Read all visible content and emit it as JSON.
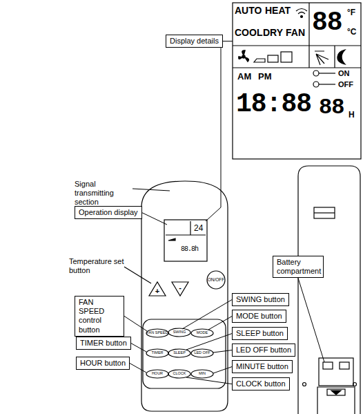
{
  "diagram": {
    "nodes": [
      {
        "text": [
          "Display details"
        ]
      },
      {
        "text": [
          "Operation display"
        ]
      },
      {
        "text": [
          "Battery compartment"
        ]
      },
      {
        "text": [
          "SWING button"
        ]
      },
      {
        "text": [
          "MODE button"
        ]
      },
      {
        "text": [
          "FAN SPEED control button"
        ]
      },
      {
        "text": [
          "SLEEP button"
        ]
      },
      {
        "text": [
          "LED OFF button"
        ]
      },
      {
        "text": [
          "TIMER button"
        ]
      },
      {
        "text": [
          "MINUTE button"
        ]
      },
      {
        "text": [
          "HOUR button"
        ]
      },
      {
        "text": [
          "CLOCK button"
        ]
      }
    ],
    "labels": [
      "AUTO",
      "HEAT",
      "88",
      "°F",
      "COOL",
      "DRY",
      "FAN",
      "°C",
      "AM",
      "PM",
      "ON",
      "OFF",
      "18:88",
      "88",
      "H",
      "24",
      "88.8h",
      "+",
      "-",
      "ON/OFF",
      "FAN SPEED",
      "SWING",
      "MODE",
      "TIMER",
      "SLEEP",
      "LED OFF",
      "HOUR",
      "CLOCK",
      "MIN",
      "Signal transmitting section",
      "Temperature set button"
    ]
  }
}
